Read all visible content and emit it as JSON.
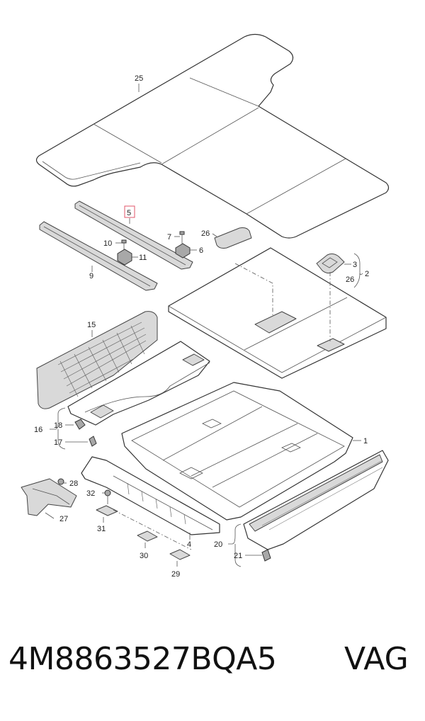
{
  "diagram": {
    "callouts": {
      "c1": "1",
      "c2": "2",
      "c3": "3",
      "c4": "4",
      "c5": "5",
      "c6": "6",
      "c7": "7",
      "c9": "9",
      "c10": "10",
      "c11": "11",
      "c15": "15",
      "c16": "16",
      "c17": "17",
      "c18": "18",
      "c20": "20",
      "c21": "21",
      "c25": "25",
      "c26a": "26",
      "c26b": "26",
      "c27": "27",
      "c28": "28",
      "c29": "29",
      "c30": "30",
      "c31": "31",
      "c32": "32"
    },
    "highlight_color": "#e0556a"
  },
  "footer": {
    "part_number": "4M8863527BQA5",
    "brand": "VAG"
  }
}
